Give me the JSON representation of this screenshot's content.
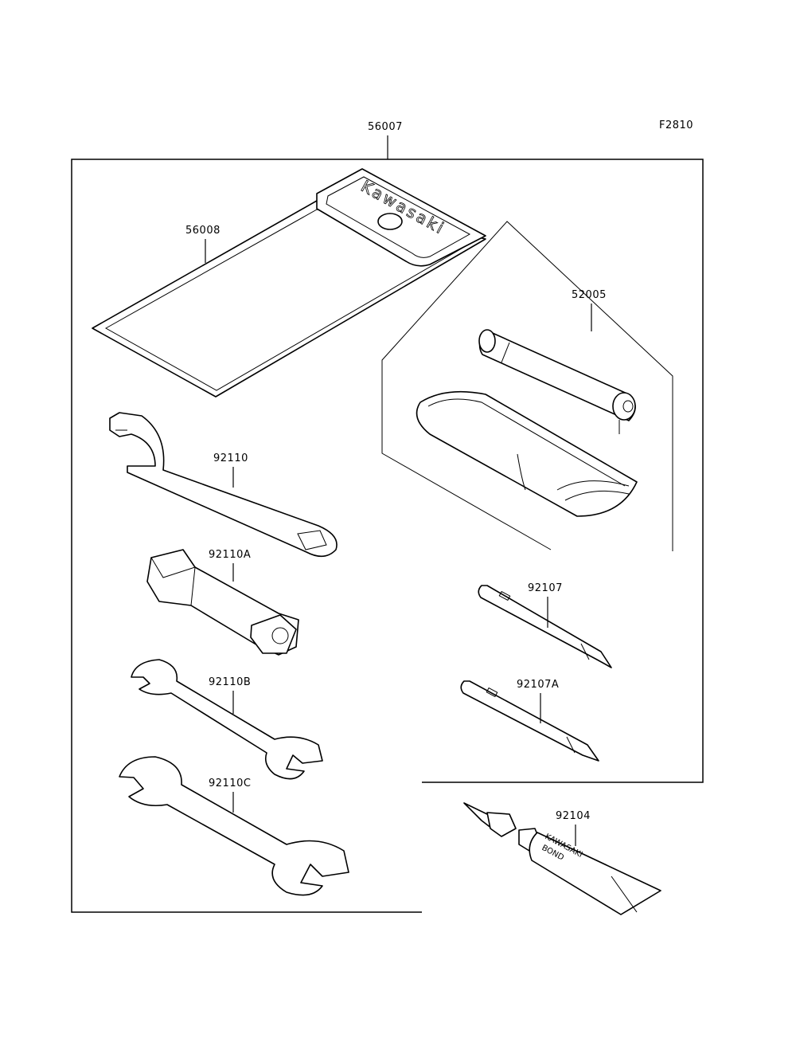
{
  "figure_code": "F2810",
  "brand_texts": {
    "pouch": "Kawasaki",
    "tube_line1": "KAWASAKI",
    "tube_line2": "BOND"
  },
  "parts": {
    "kit": "56007",
    "pouch": "56008",
    "pump_set": "52005",
    "spanner": "92110",
    "plug_wrench": "92110A",
    "wrench_b": "92110B",
    "wrench_c": "92110C",
    "screwdriver": "92107",
    "screwdriver_a": "92107A",
    "bond": "92104"
  }
}
